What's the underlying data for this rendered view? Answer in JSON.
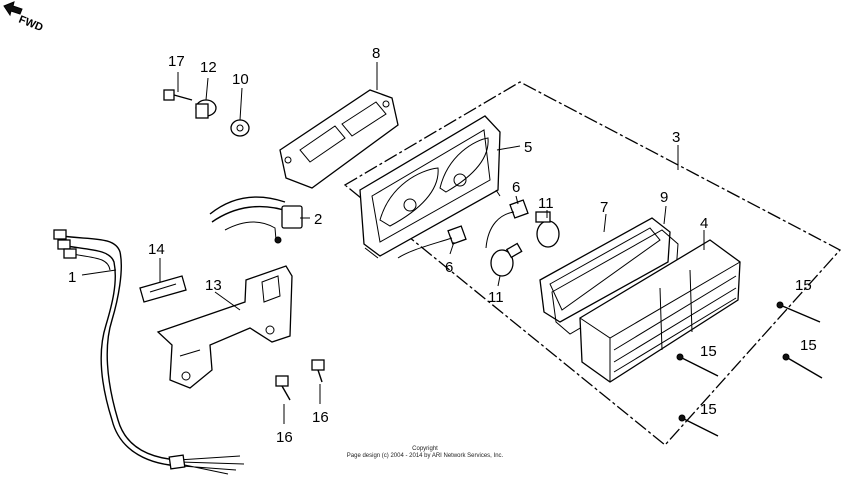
{
  "direction_label": "FWD",
  "callouts": [
    "1",
    "2",
    "3",
    "4",
    "5",
    "6",
    "6",
    "7",
    "8",
    "9",
    "10",
    "11",
    "11",
    "12",
    "13",
    "14",
    "15",
    "15",
    "15",
    "15",
    "16",
    "16",
    "17"
  ],
  "copyright": {
    "line1": "Copyright",
    "line2": "Page design (c) 2004 - 2014 by ARI Network Services, Inc."
  }
}
